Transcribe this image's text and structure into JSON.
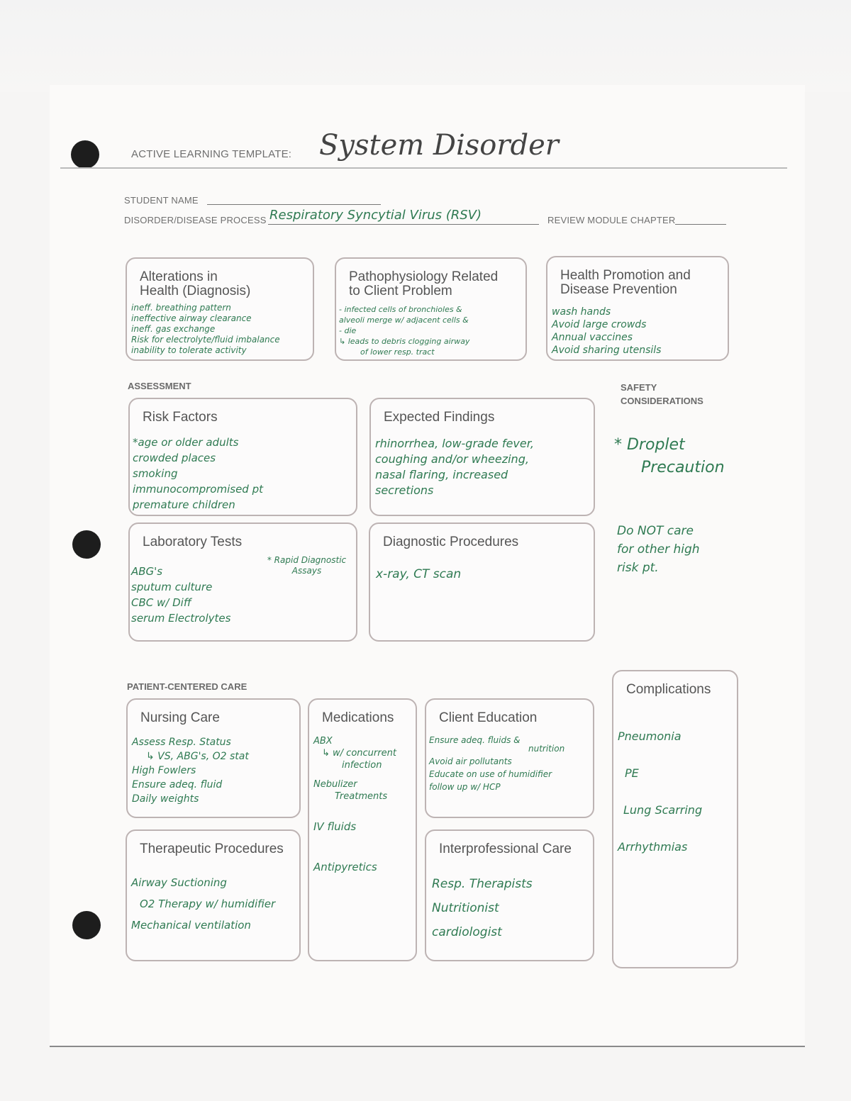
{
  "header": {
    "template_label": "ACTIVE LEARNING TEMPLATE:",
    "title": "System Disorder"
  },
  "fields": {
    "student_name_label": "STUDENT NAME",
    "student_name": "",
    "disorder_label": "DISORDER/DISEASE PROCESS",
    "disorder": "Respiratory Syncytial Virus (RSV)",
    "review_label": "REVIEW MODULE CHAPTER",
    "review": ""
  },
  "top": {
    "alterations": {
      "title_1": "Alterations in",
      "title_2": "Health (Diagnosis)",
      "lines": [
        "ineff. breathing pattern",
        "ineffective airway clearance",
        "ineff. gas exchange",
        "Risk for electrolyte/fluid imbalance",
        "inability to tolerate activity"
      ]
    },
    "patho": {
      "title_1": "Pathophysiology Related",
      "title_2": "to Client Problem",
      "lines": [
        "- infected cells of bronchioles &",
        "alveoli merge w/ adjacent cells &",
        "- die",
        "↳ leads to debris clogging airway",
        "of lower resp. tract"
      ]
    },
    "health": {
      "title_1": "Health Promotion and",
      "title_2": "Disease Prevention",
      "lines": [
        "wash hands",
        "Avoid large crowds",
        "Annual vaccines",
        "Avoid sharing utensils"
      ]
    }
  },
  "assessment": {
    "label": "ASSESSMENT",
    "risk": {
      "title": "Risk Factors",
      "lines": [
        "*age or older adults",
        "crowded places",
        "smoking",
        "immunocompromised pt",
        "premature children"
      ]
    },
    "expected": {
      "title": "Expected Findings",
      "lines": [
        "rhinorrhea, low-grade fever,",
        "coughing and/or wheezing,",
        "nasal flaring, increased",
        "secretions"
      ]
    },
    "lab": {
      "title": "Laboratory Tests",
      "lines": [
        "ABG's",
        "sputum culture",
        "CBC w/ Diff",
        "serum Electrolytes"
      ],
      "side": "* Rapid Diagnostic Assays"
    },
    "diag": {
      "title": "Diagnostic Procedures",
      "lines": [
        "x-ray, CT scan"
      ]
    }
  },
  "safety": {
    "label_1": "SAFETY",
    "label_2": "CONSIDERATIONS",
    "note_1": "* Droplet",
    "note_2": "Precaution",
    "note_3": "Do NOT care",
    "note_4": "for other high",
    "note_5": "risk pt."
  },
  "pcc": {
    "label": "PATIENT-CENTERED CARE",
    "nursing": {
      "title": "Nursing Care",
      "lines": [
        "Assess Resp. Status",
        "↳ VS, ABG's, O2 stat",
        "High Fowlers",
        "Ensure adeq. fluid",
        "Daily weights"
      ]
    },
    "meds": {
      "title": "Medications",
      "lines": [
        "ABX",
        "↳ w/ concurrent",
        "infection",
        "Nebulizer",
        "Treatments",
        "IV fluids",
        "Antipyretics"
      ]
    },
    "client": {
      "title": "Client Education",
      "lines": [
        "Ensure adeq. fluids &",
        "nutrition",
        "Avoid air pollutants",
        "Educate on use of humidifier",
        "follow up w/ HCP"
      ]
    },
    "therapeutic": {
      "title": "Therapeutic Procedures",
      "lines": [
        "Airway Suctioning",
        "O2 Therapy w/ humidifier",
        "Mechanical ventilation"
      ]
    },
    "inter": {
      "title": "Interprofessional Care",
      "lines": [
        "Resp. Therapists",
        "Nutritionist",
        "cardiologist"
      ]
    },
    "complications": {
      "title": "Complications",
      "lines": [
        "Pneumonia",
        "PE",
        "Lung Scarring",
        "Arrhythmias"
      ]
    }
  }
}
